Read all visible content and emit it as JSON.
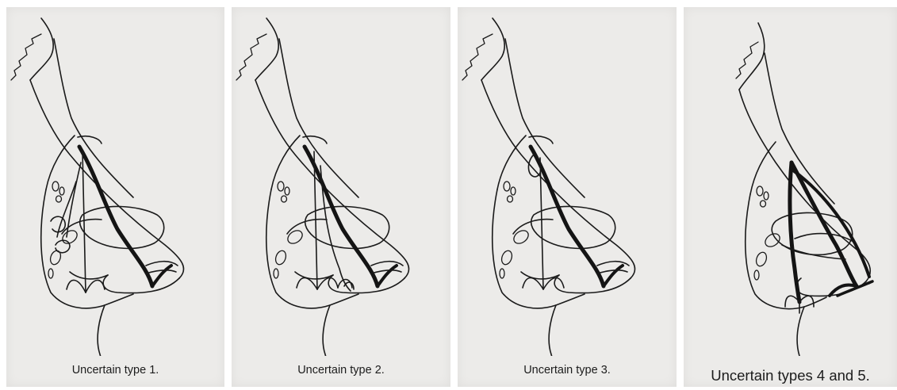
{
  "panels": [
    {
      "caption": "Uncertain type 1."
    },
    {
      "caption": "Uncertain type 2."
    },
    {
      "caption": "Uncertain type 3."
    },
    {
      "caption": "Uncertain types 4 and 5."
    }
  ]
}
